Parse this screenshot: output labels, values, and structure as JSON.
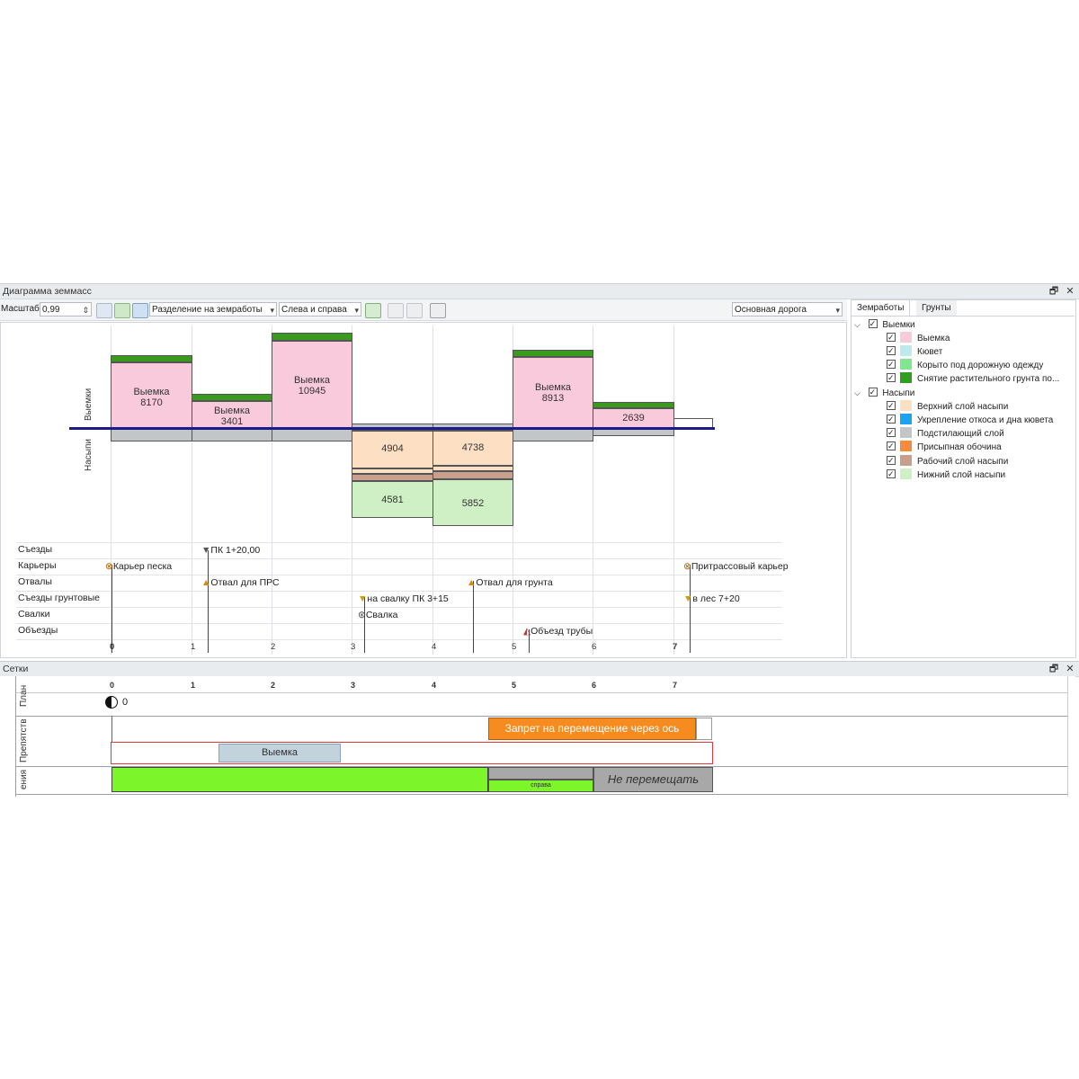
{
  "earthwork_panel": {
    "title": "Диаграмма земмасс",
    "window_buttons": [
      "🗗",
      "✕"
    ],
    "toolbar": {
      "scale_label": "Масштаб:",
      "scale_value": "0,99",
      "split_mode": "Разделение на земработы",
      "side_mode": "Слева и справа",
      "road": "Основная дорога"
    }
  },
  "chart": {
    "side_labels": {
      "top": "Выемки",
      "bottom": "Насыпи"
    },
    "chart_data": {
      "type": "bar",
      "categories": [
        "0-1",
        "1-2",
        "2-3",
        "3-4",
        "4-5",
        "5-6",
        "6-7"
      ],
      "series": [
        {
          "name": "Выемка",
          "values": [
            8170,
            3401,
            10945,
            0,
            0,
            8913,
            2639
          ]
        },
        {
          "name": "Верхний слой насыпи",
          "values": [
            0,
            0,
            0,
            4904,
            4738,
            0,
            0
          ]
        },
        {
          "name": "Нижний слой насыпи",
          "values": [
            0,
            0,
            0,
            4581,
            5852,
            0,
            0
          ]
        }
      ],
      "x_ticks": [
        "0",
        "1",
        "2",
        "3",
        "4",
        "5",
        "6",
        "7"
      ]
    },
    "bar_labels": {
      "b0": "Выемка\n8170",
      "b1": "Выемка\n3401",
      "b2": "Выемка\n10945",
      "b3": "4904",
      "b4": "4738",
      "b5": "Выемка\n8913",
      "b6": "2639",
      "b3l": "4581",
      "b4l": "5852"
    },
    "rows": [
      "Съезды",
      "Карьеры",
      "Отвалы",
      "Съезды грунтовые",
      "Свалки",
      "Объезды"
    ],
    "events": {
      "e1": "ПК 1+20,00",
      "e2": "Карьер песка",
      "e3": "Притрассовый карьер",
      "e4": "Отвал для ПРС",
      "e5": "Отвал для грунта",
      "e6": "на свалку ПК 3+15",
      "e7": "в лес 7+20",
      "e8": "Свалка",
      "e9": "Объезд трубы"
    }
  },
  "side_panel": {
    "tabs": [
      "Земработы",
      "Грунты"
    ],
    "groups": [
      {
        "label": "Выемки",
        "items": [
          {
            "label": "Выемка",
            "color": "#f9c9dc"
          },
          {
            "label": "Кювет",
            "color": "#bfe9ec"
          },
          {
            "label": "Корыто под дорожную одежду",
            "color": "#7de88f"
          },
          {
            "label": "Снятие растительного грунта по...",
            "color": "#2f9e1e"
          }
        ]
      },
      {
        "label": "Насыпи",
        "items": [
          {
            "label": "Верхний слой насыпи",
            "color": "#fde0c4"
          },
          {
            "label": "Укрепление откоса и дна кювета",
            "color": "#1aa3f0"
          },
          {
            "label": "Подстилающий слой",
            "color": "#c3c6c9"
          },
          {
            "label": "Присыпная обочина",
            "color": "#f68b3c"
          },
          {
            "label": "Рабочий слой насыпи",
            "color": "#c9a08e"
          },
          {
            "label": "Нижний слой насыпи",
            "color": "#cfefc4"
          }
        ]
      }
    ]
  },
  "grids_panel": {
    "title": "Сетки",
    "window_buttons": [
      "🗗",
      "✕"
    ],
    "ticks": [
      "0",
      "1",
      "2",
      "3",
      "4",
      "5",
      "6",
      "7"
    ],
    "row_labels": [
      "План",
      "Препятств",
      "ения"
    ],
    "plan_value": "0",
    "ban_label": "Запрет на перемещение через ось",
    "cut_label": "Выемка",
    "small_label": "справа",
    "no_move_label": "Не перемещать"
  }
}
